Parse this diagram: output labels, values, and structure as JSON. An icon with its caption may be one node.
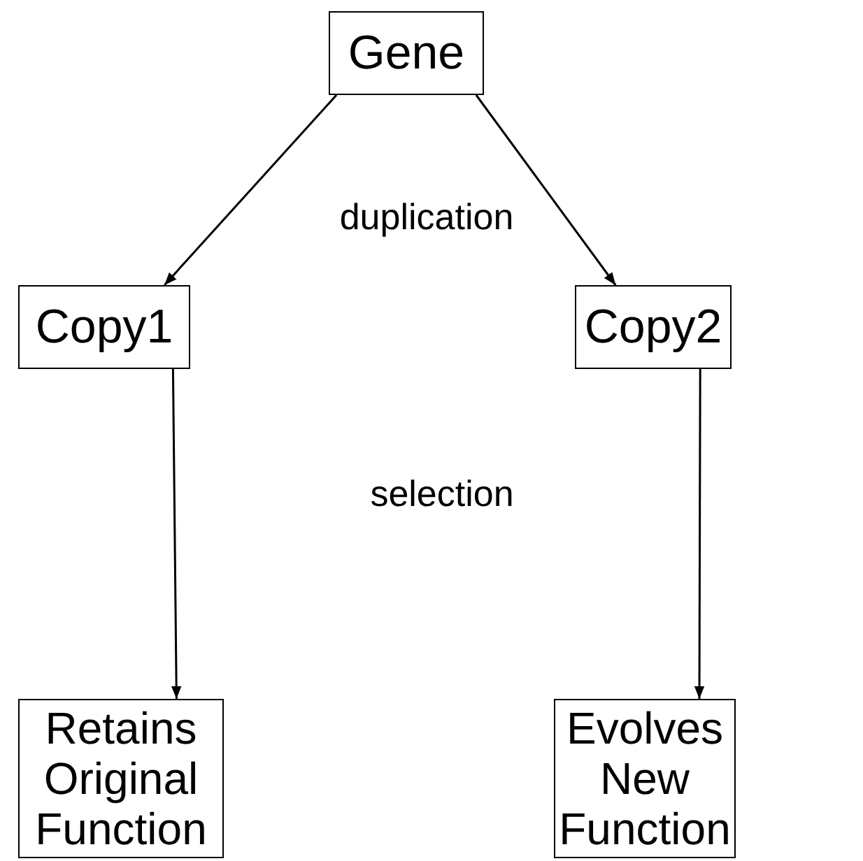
{
  "diagram": {
    "nodes": [
      {
        "text": [
          "Gene"
        ]
      },
      {
        "text": [
          "Copy1"
        ]
      },
      {
        "text": [
          "Copy2"
        ]
      },
      {
        "text": [
          "Retains Original Function"
        ]
      },
      {
        "text": [
          "Evolves New Function"
        ]
      }
    ],
    "edges": [
      {
        "from": 0,
        "to": 1,
        "arrow": "to"
      },
      {
        "from": 0,
        "to": 2,
        "arrow": "to"
      },
      {
        "from": 1,
        "to": 3,
        "arrow": "to"
      },
      {
        "from": 2,
        "to": 4,
        "arrow": "to"
      }
    ],
    "labels": [
      "duplication",
      "selection"
    ]
  }
}
